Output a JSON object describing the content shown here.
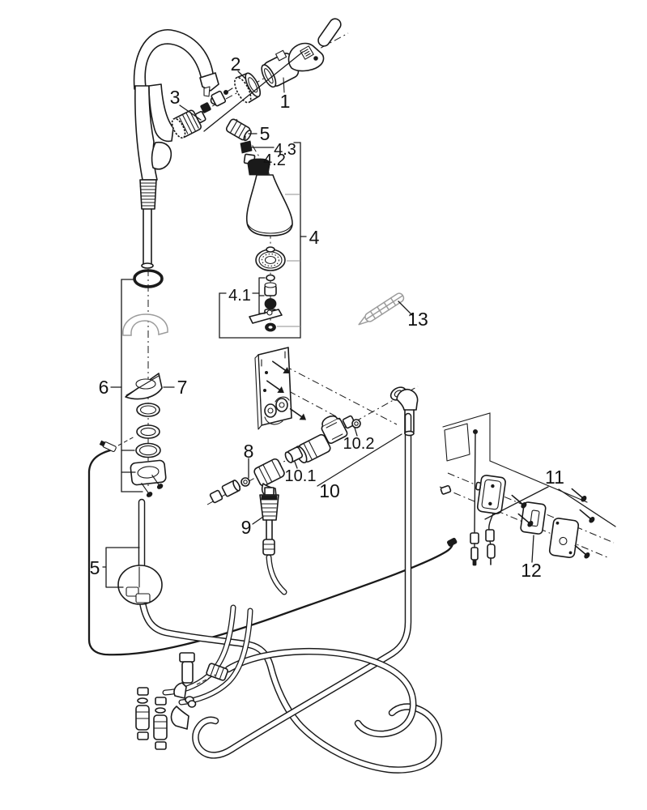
{
  "diagram": {
    "type": "exploded-parts-diagram",
    "subject": "pull-out kitchen faucet with under-sink valve, control boxes and hoses",
    "colors": {
      "background": "#ffffff",
      "line": "#1a1a1a",
      "light": "#9c9c9c"
    }
  },
  "labels": {
    "l1": "1",
    "l2": "2",
    "l3": "3",
    "l4": "4",
    "l4_1": "4.1",
    "l4_2": "4.2",
    "l4_3": "4.3",
    "l5_top": "5",
    "l5_bottom": "5",
    "l6": "6",
    "l7": "7",
    "l8": "8",
    "l9": "9",
    "l10": "10",
    "l10_1": "10.1",
    "l10_2": "10.2",
    "l11": "11",
    "l12": "12",
    "l13": "13"
  }
}
